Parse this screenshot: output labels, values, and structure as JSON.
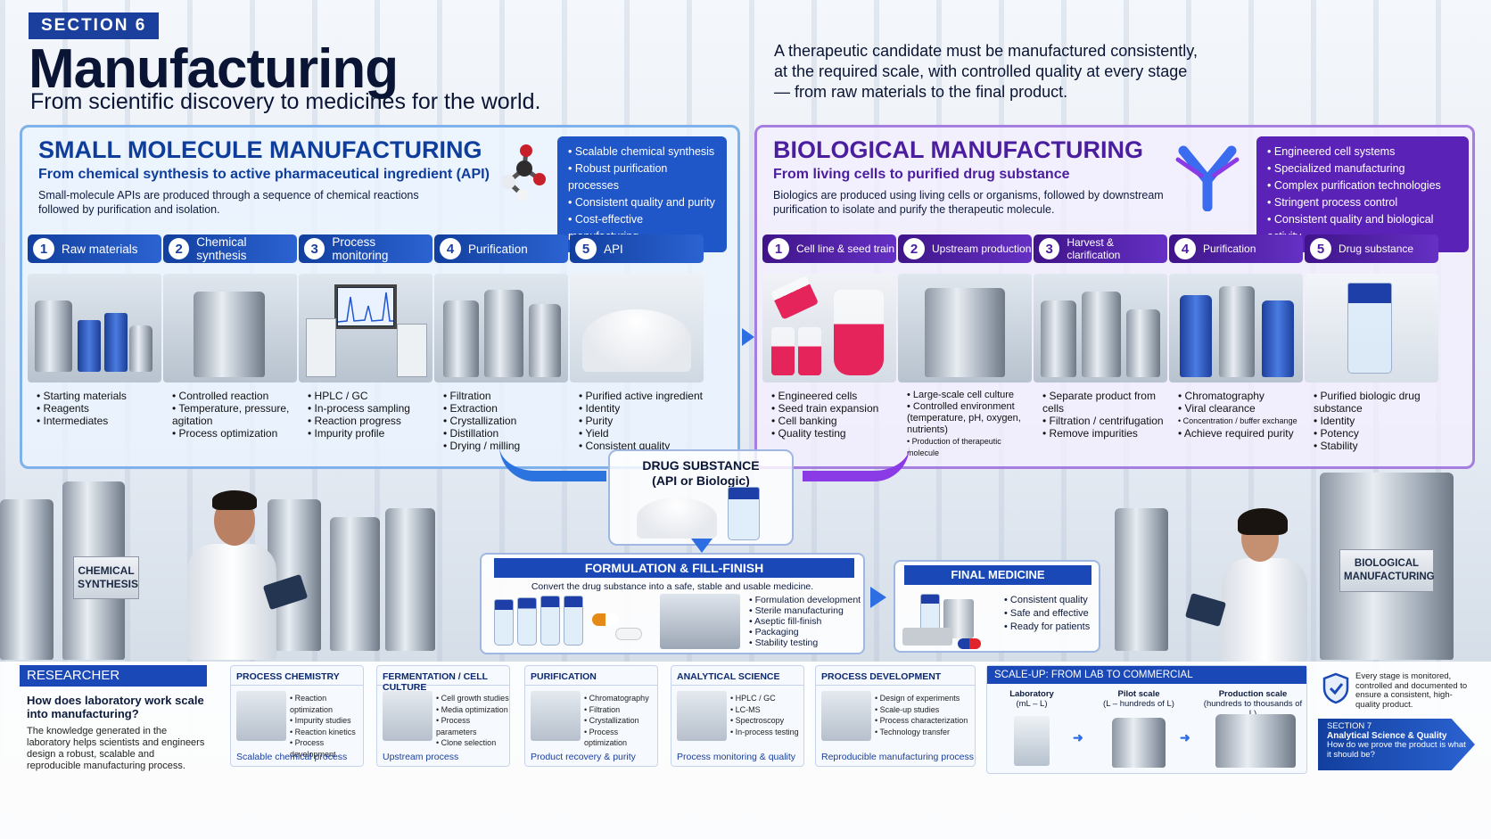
{
  "header": {
    "section_tag": "SECTION 6",
    "title": "Manufacturing",
    "subtitle": "From scientific discovery to medicines for the world.",
    "intro": "A therapeutic candidate must be manufactured consistently, at the required scale, with controlled quality at every stage — from raw materials to the final product."
  },
  "small_molecule": {
    "title": "SMALL MOLECULE MANUFACTURING",
    "subtitle": "From chemical synthesis to active pharmaceutical ingredient (API)",
    "description": "Small-molecule APIs are produced through a sequence of chemical reactions followed by purification and isolation.",
    "highlights": [
      "Scalable chemical synthesis",
      "Robust purification processes",
      "Consistent quality and purity",
      "Cost-effective manufacturing"
    ],
    "steps": [
      {
        "num": "1",
        "label": "Raw materials",
        "items": [
          "Starting materials",
          "Reagents",
          "Intermediates"
        ]
      },
      {
        "num": "2",
        "label": "Chemical synthesis",
        "items": [
          "Controlled reaction",
          "Temperature, pressure, agitation",
          "Process optimization"
        ]
      },
      {
        "num": "3",
        "label": "Process monitoring",
        "items": [
          "HPLC / GC",
          "In-process sampling",
          "Reaction progress",
          "Impurity profile"
        ]
      },
      {
        "num": "4",
        "label": "Purification",
        "items": [
          "Filtration",
          "Extraction",
          "Crystallization",
          "Distillation",
          "Drying / milling"
        ]
      },
      {
        "num": "5",
        "label": "API",
        "items": [
          "Purified active ingredient",
          "Identity",
          "Purity",
          "Yield",
          "Consistent quality"
        ]
      }
    ]
  },
  "biological": {
    "title": "BIOLOGICAL MANUFACTURING",
    "subtitle": "From living cells to purified drug substance",
    "description": "Biologics are produced using living cells or organisms, followed by downstream purification to isolate and purify the therapeutic molecule.",
    "highlights": [
      "Engineered cell systems",
      "Specialized manufacturing",
      "Complex purification technologies",
      "Stringent process control",
      "Consistent quality and biological activity"
    ],
    "steps": [
      {
        "num": "1",
        "label": "Cell line & seed train",
        "items": [
          "Engineered cells",
          "Seed train expansion",
          "Cell banking",
          "Quality testing"
        ]
      },
      {
        "num": "2",
        "label": "Upstream production",
        "items": [
          "Large-scale cell culture",
          "Controlled environment (temperature, pH, oxygen, nutrients)",
          "Production of therapeutic molecule"
        ]
      },
      {
        "num": "3",
        "label": "Harvest & clarification",
        "items": [
          "Separate product from cells",
          "Filtration / centrifugation",
          "Remove impurities"
        ]
      },
      {
        "num": "4",
        "label": "Purification",
        "items": [
          "Chromatography",
          "Viral clearance",
          "Concentration / buffer exchange",
          "Achieve required purity"
        ]
      },
      {
        "num": "5",
        "label": "Drug substance",
        "items": [
          "Purified biologic drug substance",
          "Identity",
          "Potency",
          "Stability"
        ]
      }
    ]
  },
  "drug_substance": {
    "title": "DRUG SUBSTANCE",
    "sub": "(API or Biologic)"
  },
  "formulation": {
    "title": "FORMULATION & FILL-FINISH",
    "sub": "Convert the drug substance into a safe, stable and usable medicine.",
    "items": [
      "Formulation development",
      "Sterile manufacturing",
      "Aseptic fill-finish",
      "Packaging",
      "Stability testing"
    ]
  },
  "final_medicine": {
    "title": "FINAL MEDICINE",
    "items": [
      "Consistent quality",
      "Safe and effective",
      "Ready for patients"
    ]
  },
  "signs": {
    "left": "CHEMICAL SYNTHESIS",
    "right": "BIOLOGICAL MANUFACTURING"
  },
  "researcher": {
    "title": "RESEARCHER PERSPECTIVE",
    "question": "How does laboratory work scale into manufacturing?",
    "text": "The knowledge generated in the laboratory helps scientists and engineers design a robust, scalable and reproducible manufacturing process."
  },
  "cards": [
    {
      "title": "PROCESS CHEMISTRY",
      "items": [
        "Reaction optimization",
        "Impurity studies",
        "Reaction kinetics",
        "Process development"
      ],
      "footer": "Scalable chemical process"
    },
    {
      "title": "FERMENTATION / CELL CULTURE",
      "items": [
        "Cell growth studies",
        "Media optimization",
        "Process parameters",
        "Clone selection"
      ],
      "footer": "Upstream process"
    },
    {
      "title": "PURIFICATION",
      "items": [
        "Chromatography",
        "Filtration",
        "Crystallization",
        "Process optimization"
      ],
      "footer": "Product recovery & purity"
    },
    {
      "title": "ANALYTICAL SCIENCE",
      "items": [
        "HPLC / GC",
        "LC-MS",
        "Spectroscopy",
        "In-process testing"
      ],
      "footer": "Process monitoring & quality"
    },
    {
      "title": "PROCESS DEVELOPMENT",
      "items": [
        "Design of experiments",
        "Scale-up studies",
        "Process characterization",
        "Technology transfer"
      ],
      "footer": "Reproducible manufacturing process"
    }
  ],
  "scaleup": {
    "title": "SCALE-UP: FROM LAB TO COMMERCIAL",
    "cols": [
      {
        "name": "Laboratory",
        "range": "(mL – L)"
      },
      {
        "name": "Pilot scale",
        "range": "(L – hundreds of L)"
      },
      {
        "name": "Production scale",
        "range": "(hundreds to thousands of L)"
      }
    ]
  },
  "next_section": {
    "note": "Every stage is monitored, controlled and documented to ensure a consistent, high-quality product.",
    "tag": "SECTION 7",
    "title": "Analytical Science & Quality",
    "sub": "How do we prove the product is what it should be?"
  },
  "colors": {
    "blue": "#1a48b6",
    "purple": "#5b22b8",
    "arrow_blue": "#2e6ee3"
  }
}
